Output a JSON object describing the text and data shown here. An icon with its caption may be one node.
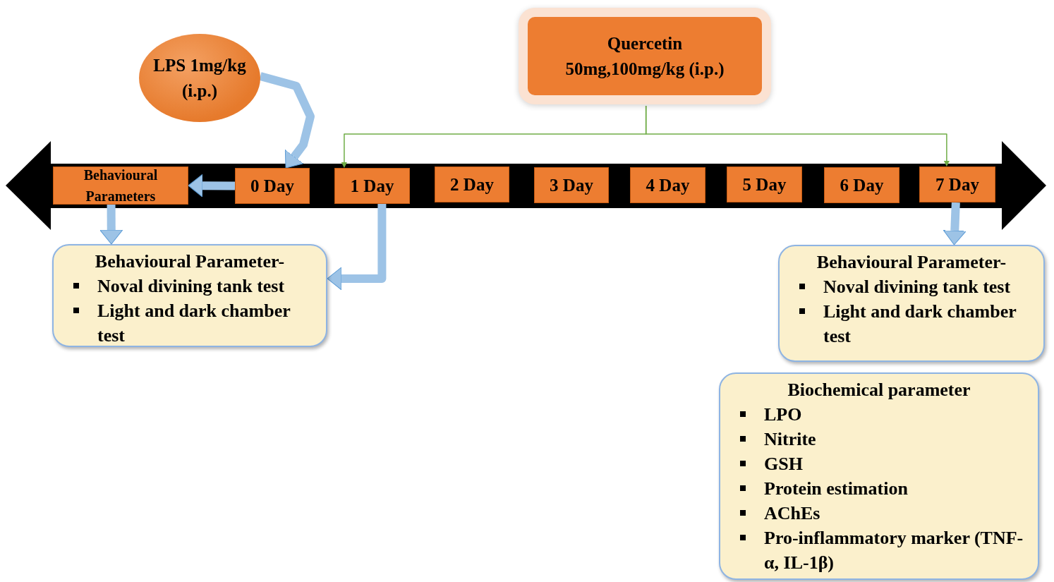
{
  "diagram": {
    "nodes": [
      {
        "text": [
          "LPS 1mg/kg (i.p.)"
        ]
      },
      {
        "text": [
          "Quercetin 50mg,100mg/kg (i.p.)"
        ]
      },
      {
        "text": [
          "Behavioural Parameters"
        ]
      },
      {
        "text": [
          "0 Day"
        ]
      },
      {
        "text": [
          "1 Day"
        ]
      },
      {
        "text": [
          "2 Day"
        ]
      },
      {
        "text": [
          "3 Day"
        ]
      },
      {
        "text": [
          "4 Day"
        ]
      },
      {
        "text": [
          "5 Day"
        ]
      },
      {
        "text": [
          "6 Day"
        ]
      },
      {
        "text": [
          "7 Day"
        ]
      },
      {
        "text": [
          "Behavioural Parameter-",
          "Noval divining tank test",
          "Light and dark chamber test"
        ]
      },
      {
        "text": [
          "Behavioural Parameter-",
          "Noval divining tank test",
          "Light and dark chamber test"
        ]
      },
      {
        "text": [
          "Biochemical parameter",
          "LPO",
          "Nitrite",
          "GSH",
          "Protein estimation",
          "AChEs",
          "Pro-inflammatory marker (TNF-α, IL-1β)"
        ]
      }
    ],
    "edges": [
      {
        "from": 0,
        "to": 3,
        "arrow": "to"
      },
      {
        "from": 3,
        "to": 2,
        "arrow": "to"
      },
      {
        "from": 2,
        "to": 11,
        "arrow": "to"
      },
      {
        "from": 4,
        "to": 11,
        "arrow": "to"
      },
      {
        "from": 10,
        "to": 12,
        "arrow": "to"
      },
      {
        "from": 1,
        "to": 4,
        "arrow": "to",
        "color": "#70ad47"
      },
      {
        "from": 1,
        "to": 10,
        "arrow": "to",
        "color": "#70ad47"
      }
    ]
  }
}
